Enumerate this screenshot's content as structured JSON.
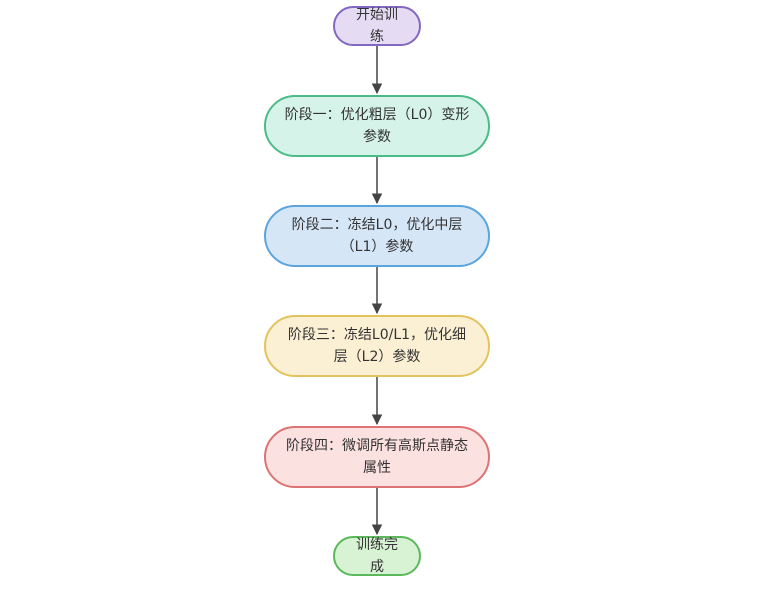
{
  "flowchart": {
    "nodes": [
      {
        "id": "start",
        "label": "开始训练",
        "fill": "#e5dcf4",
        "stroke": "#8268c0"
      },
      {
        "id": "s1",
        "label": "阶段一：优化粗层（L0）变形参数",
        "fill": "#d6f3ea",
        "stroke": "#4cbb88"
      },
      {
        "id": "s2",
        "label": "阶段二：冻结L0，优化中层（L1）参数",
        "fill": "#d5e6f7",
        "stroke": "#5ba4dc"
      },
      {
        "id": "s3",
        "label": "阶段三：冻结L0/L1，优化细层（L2）参数",
        "fill": "#fbf0d4",
        "stroke": "#e2c35e"
      },
      {
        "id": "s4",
        "label": "阶段四：微调所有高斯点静态属性",
        "fill": "#fce1e1",
        "stroke": "#dd7373"
      },
      {
        "id": "end",
        "label": "训练完成",
        "fill": "#d8f3d4",
        "stroke": "#5cb85c"
      }
    ],
    "edges": [
      {
        "from": "start",
        "to": "s1"
      },
      {
        "from": "s1",
        "to": "s2"
      },
      {
        "from": "s2",
        "to": "s3"
      },
      {
        "from": "s3",
        "to": "s4"
      },
      {
        "from": "s4",
        "to": "end"
      }
    ],
    "edge_color": "#444444"
  }
}
